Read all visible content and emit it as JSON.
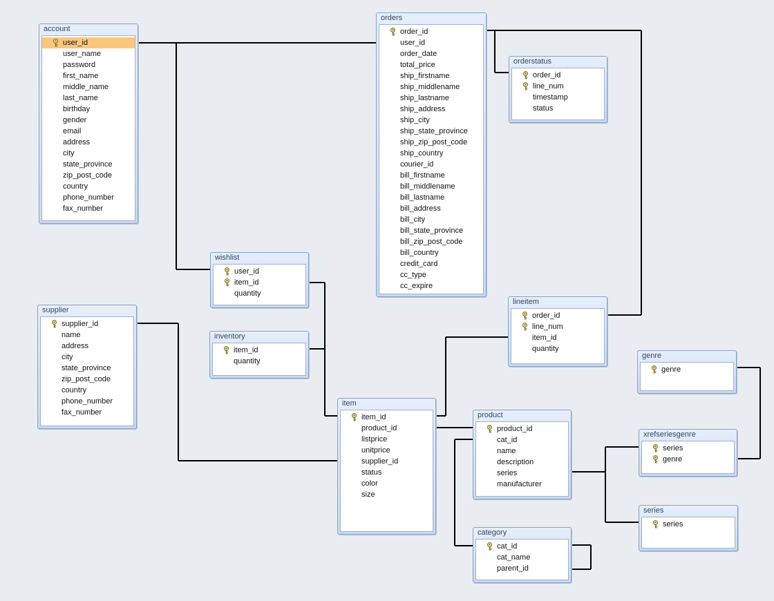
{
  "tables": [
    {
      "id": "account",
      "title": "account",
      "fields": [
        {
          "name": "user_id",
          "key": true,
          "selected": true
        },
        {
          "name": "user_name"
        },
        {
          "name": "password"
        },
        {
          "name": "first_name"
        },
        {
          "name": "middle_name"
        },
        {
          "name": "last_name"
        },
        {
          "name": "birthday"
        },
        {
          "name": "gender"
        },
        {
          "name": "email"
        },
        {
          "name": "address"
        },
        {
          "name": "city"
        },
        {
          "name": "state_province"
        },
        {
          "name": "zip_post_code"
        },
        {
          "name": "country"
        },
        {
          "name": "phone_number"
        },
        {
          "name": "fax_number"
        }
      ]
    },
    {
      "id": "orders",
      "title": "orders",
      "fields": [
        {
          "name": "order_id",
          "key": true
        },
        {
          "name": "user_id"
        },
        {
          "name": "order_date"
        },
        {
          "name": "total_price"
        },
        {
          "name": "ship_firstname"
        },
        {
          "name": "ship_middlename"
        },
        {
          "name": "ship_lastname"
        },
        {
          "name": "ship_address"
        },
        {
          "name": "ship_city"
        },
        {
          "name": "ship_state_province"
        },
        {
          "name": "ship_zip_post_code"
        },
        {
          "name": "ship_country"
        },
        {
          "name": "courier_id"
        },
        {
          "name": "bill_firstname"
        },
        {
          "name": "bill_middlename"
        },
        {
          "name": "bill_lastname"
        },
        {
          "name": "bill_address"
        },
        {
          "name": "bill_city"
        },
        {
          "name": "bill_state_province"
        },
        {
          "name": "bill_zip_post_code"
        },
        {
          "name": "bill_country"
        },
        {
          "name": "credit_card"
        },
        {
          "name": "cc_type"
        },
        {
          "name": "cc_expire"
        }
      ]
    },
    {
      "id": "orderstatus",
      "title": "orderstatus",
      "fields": [
        {
          "name": "order_id",
          "key": true
        },
        {
          "name": "line_num",
          "key": true
        },
        {
          "name": "timestamp"
        },
        {
          "name": "status"
        }
      ]
    },
    {
      "id": "wishlist",
      "title": "wishlist",
      "fields": [
        {
          "name": "user_id",
          "key": true
        },
        {
          "name": "item_id",
          "key": true
        },
        {
          "name": "quantity"
        }
      ]
    },
    {
      "id": "inventory",
      "title": "inventory",
      "fields": [
        {
          "name": "item_id",
          "key": true
        },
        {
          "name": "quantity"
        }
      ]
    },
    {
      "id": "supplier",
      "title": "supplier",
      "fields": [
        {
          "name": "supplier_id",
          "key": true
        },
        {
          "name": "name"
        },
        {
          "name": "address"
        },
        {
          "name": "city"
        },
        {
          "name": "state_province"
        },
        {
          "name": "zip_post_code"
        },
        {
          "name": "country"
        },
        {
          "name": "phone_number"
        },
        {
          "name": "fax_number"
        }
      ]
    },
    {
      "id": "lineitem",
      "title": "lineitem",
      "fields": [
        {
          "name": "order_id",
          "key": true
        },
        {
          "name": "line_num",
          "key": true
        },
        {
          "name": "item_id"
        },
        {
          "name": "quantity"
        }
      ]
    },
    {
      "id": "item",
      "title": "item",
      "fields": [
        {
          "name": "item_id",
          "key": true
        },
        {
          "name": "product_id"
        },
        {
          "name": "listprice"
        },
        {
          "name": "unitprice"
        },
        {
          "name": "supplier_id"
        },
        {
          "name": "status"
        },
        {
          "name": "color"
        },
        {
          "name": "size"
        }
      ]
    },
    {
      "id": "product",
      "title": "product",
      "fields": [
        {
          "name": "product_id",
          "key": true
        },
        {
          "name": "cat_id"
        },
        {
          "name": "name"
        },
        {
          "name": "description"
        },
        {
          "name": "series"
        },
        {
          "name": "manufacturer"
        }
      ]
    },
    {
      "id": "category",
      "title": "category",
      "fields": [
        {
          "name": "cat_id",
          "key": true
        },
        {
          "name": "cat_name"
        },
        {
          "name": "parent_id"
        }
      ]
    },
    {
      "id": "genre",
      "title": "genre",
      "fields": [
        {
          "name": "genre",
          "key": true
        }
      ]
    },
    {
      "id": "xrefseriesgenre",
      "title": "xrefseriesgenre",
      "fields": [
        {
          "name": "series",
          "key": true
        },
        {
          "name": "genre",
          "key": true
        }
      ]
    },
    {
      "id": "series",
      "title": "series",
      "fields": [
        {
          "name": "series",
          "key": true
        }
      ]
    }
  ],
  "icons": {
    "key": "primary-key-icon"
  },
  "colors": {
    "background": "#e9edf2",
    "selection": "#fdc67d",
    "line": "#000000"
  }
}
